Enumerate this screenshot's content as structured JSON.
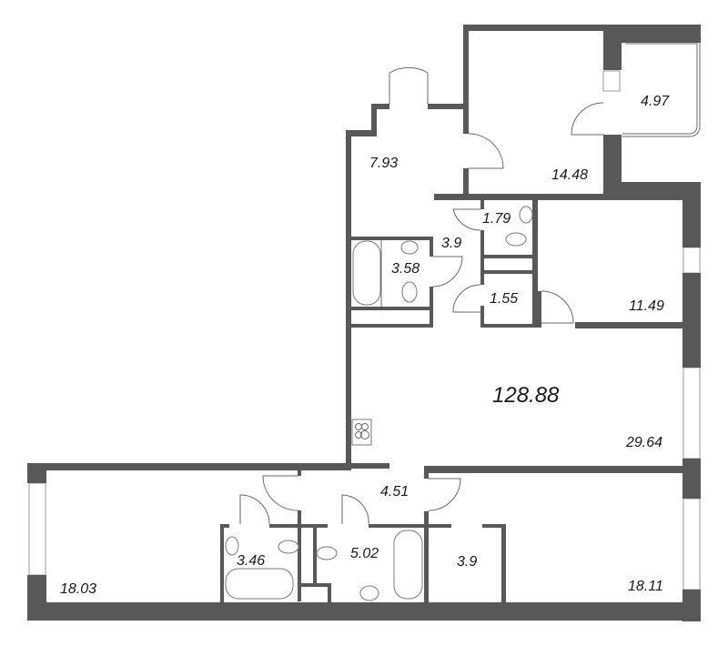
{
  "plan": {
    "wall_color": "#585858",
    "total_area": "128.88",
    "rooms": [
      {
        "id": "hall-entry",
        "area": "7.93"
      },
      {
        "id": "bedroom-north",
        "area": "14.48"
      },
      {
        "id": "balcony",
        "area": "4.97"
      },
      {
        "id": "wc-small",
        "area": "1.79"
      },
      {
        "id": "corridor",
        "area": "3.9"
      },
      {
        "id": "bathroom-north",
        "area": "3.58"
      },
      {
        "id": "storage",
        "area": "1.55"
      },
      {
        "id": "bedroom-east",
        "area": "11.49"
      },
      {
        "id": "living-kitchen",
        "area": "29.64"
      },
      {
        "id": "hall-south",
        "area": "4.51"
      },
      {
        "id": "bedroom-southwest",
        "area": "18.03"
      },
      {
        "id": "bathroom-southwest",
        "area": "3.46"
      },
      {
        "id": "bathroom-south",
        "area": "5.02"
      },
      {
        "id": "wardrobe",
        "area": "3.9"
      },
      {
        "id": "bedroom-southeast",
        "area": "18.11"
      }
    ]
  }
}
